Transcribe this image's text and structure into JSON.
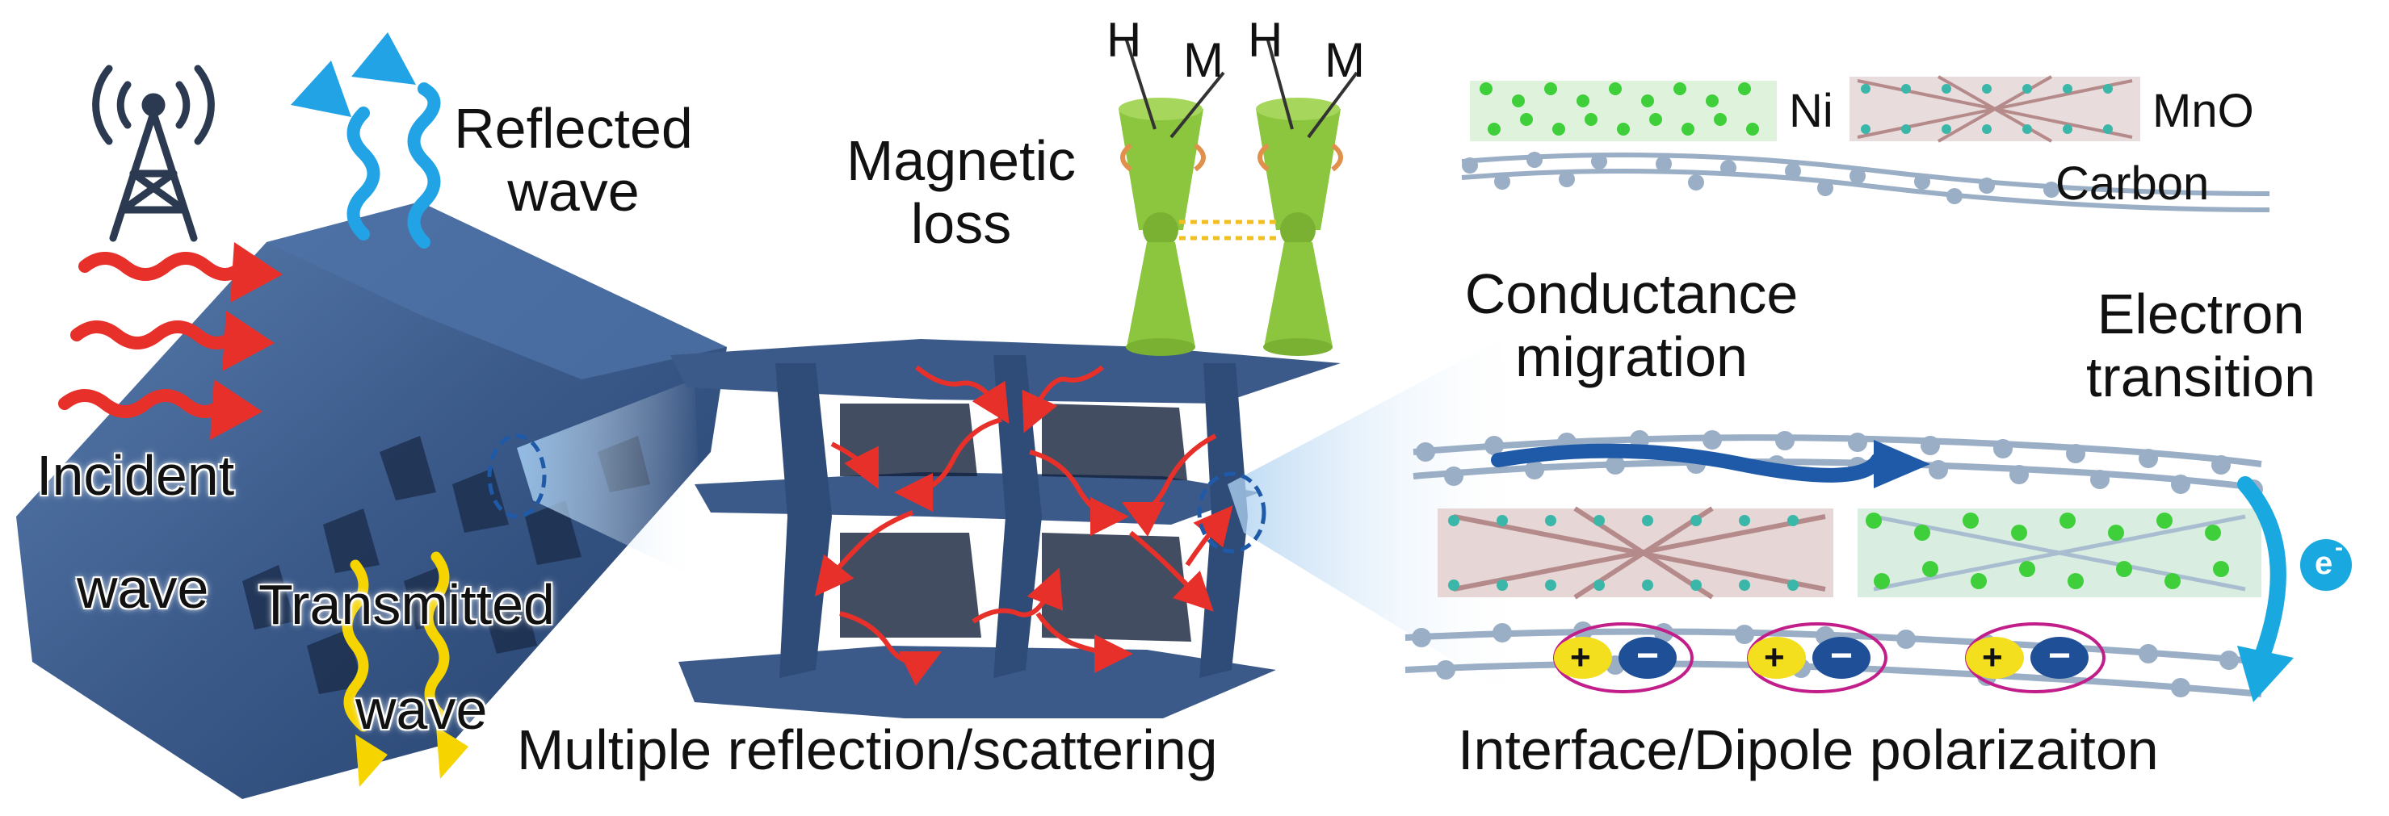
{
  "labels": {
    "reflected_wave": "Reflected\nwave",
    "incident_wave_1": "Incident",
    "incident_wave_2": "wave",
    "transmitted_1": "Transmitted",
    "transmitted_2": "wave",
    "magnetic_loss": "Magnetic\nloss",
    "H1": "H",
    "M1": "M",
    "H2": "H",
    "M2": "M",
    "ni": "Ni",
    "mno": "MnO",
    "carbon": "Carbon",
    "conductance_migration": "Conductance\nmigration",
    "electron_transition": "Electron\ntransition",
    "electron_symbol": "e",
    "electron_charge": "-",
    "multiple_reflection": "Multiple reflection/scattering",
    "interface_dipole": "Interface/Dipole polarizaiton",
    "plus": "+",
    "minus": "−"
  },
  "colors": {
    "foam_blue": "#3b5a8a",
    "foam_dark": "#22385e",
    "incident_red": "#e8302a",
    "reflected_blue": "#22a3e6",
    "transmitted_yellow": "#f5d400",
    "magnet_green": "#8cc63f",
    "ni_green": "#3fcf3a",
    "mno_brown": "#b58a8a",
    "carbon_grey": "#9aaec6",
    "arrow_navy": "#1f5aa8",
    "electron_cyan": "#1aa8e0"
  },
  "icons": [
    "antenna-tower-icon"
  ]
}
